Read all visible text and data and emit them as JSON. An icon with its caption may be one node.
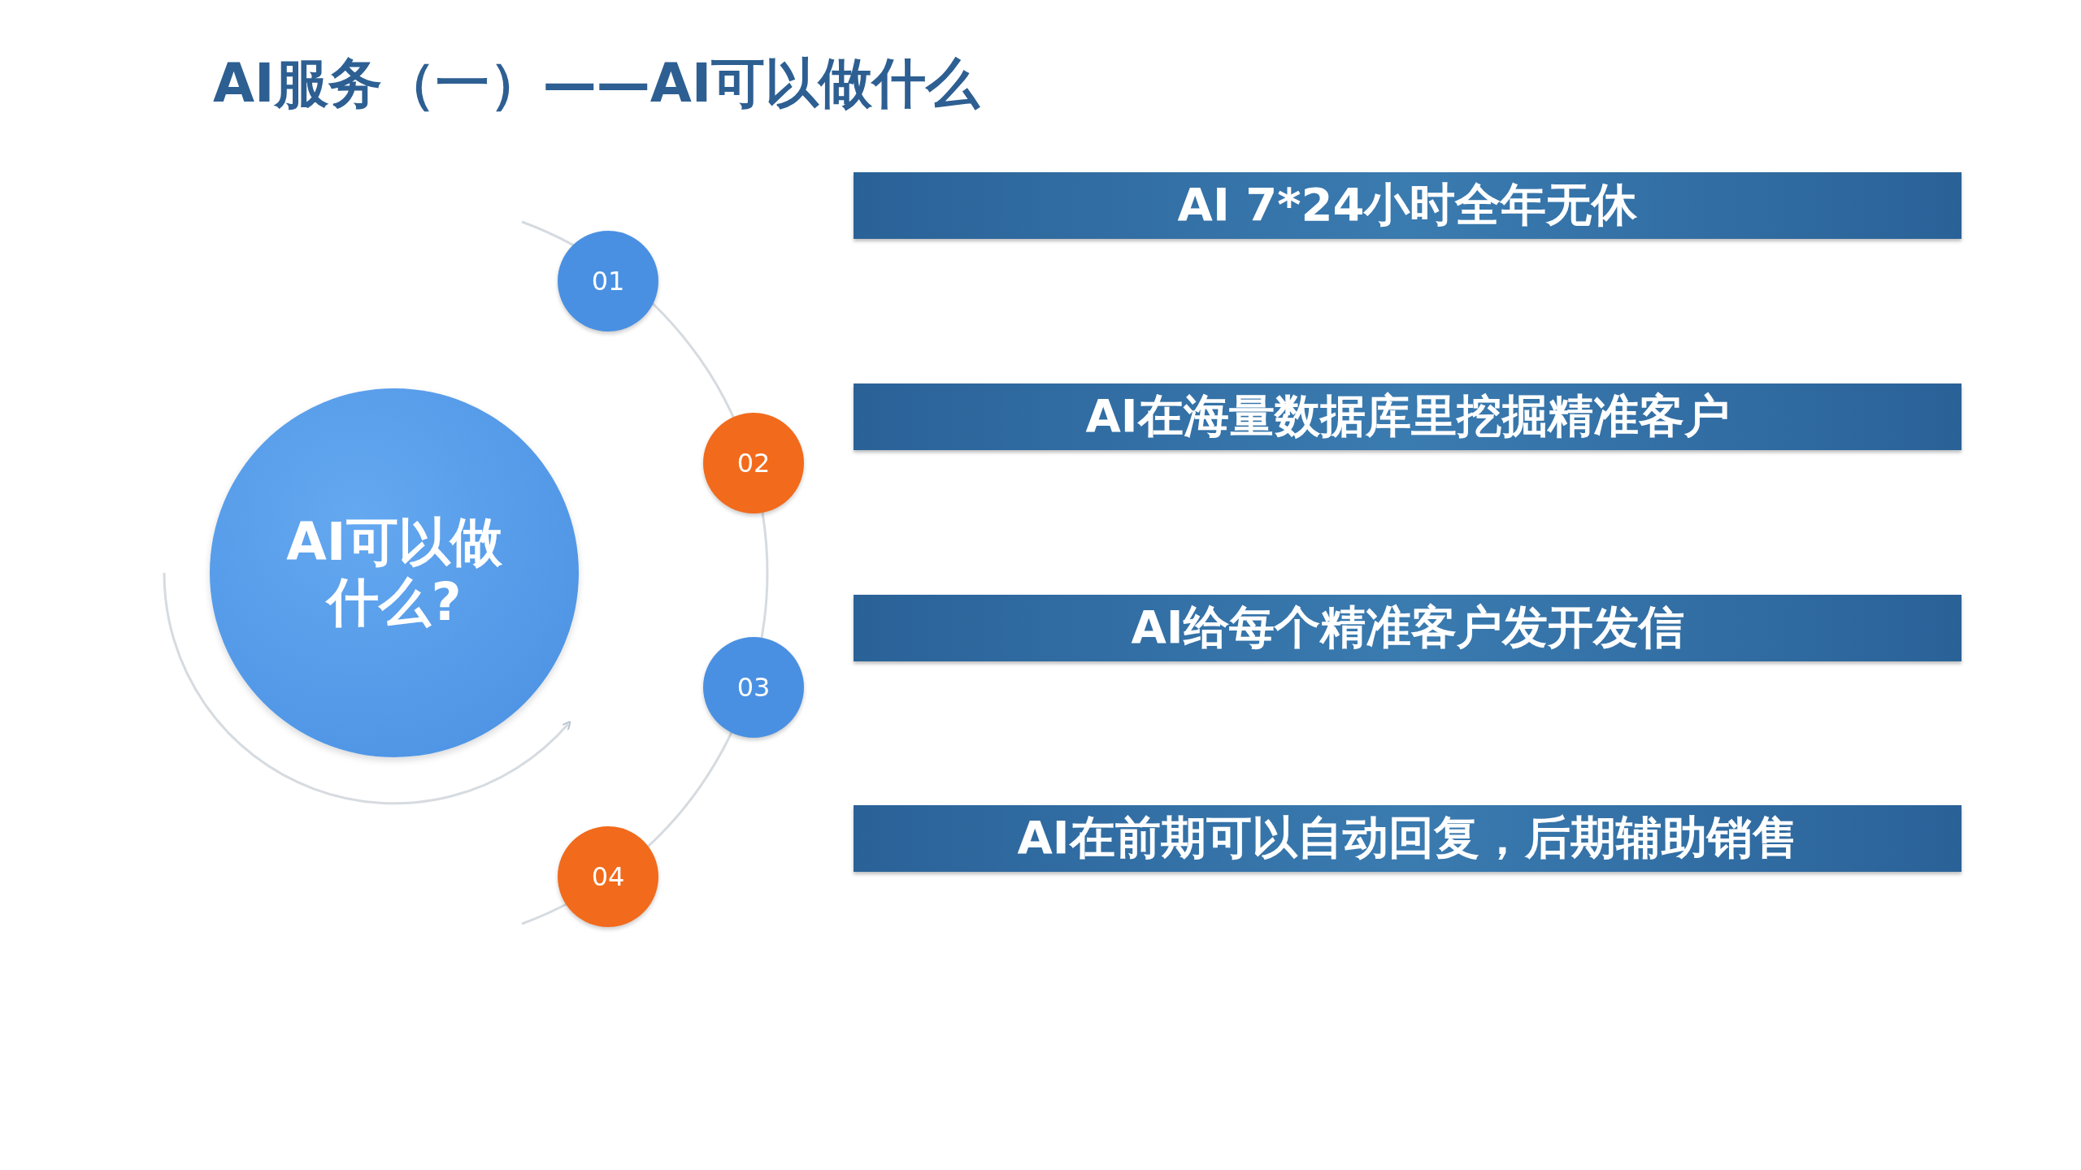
{
  "diagram": {
    "title": "AI服务（一）——AI可以做什么",
    "nodes": [
      {
        "text": [
          "AI可以做什么?"
        ]
      },
      {
        "text": [
          "01"
        ]
      },
      {
        "text": [
          "02"
        ]
      },
      {
        "text": [
          "03"
        ]
      },
      {
        "text": [
          "04"
        ]
      },
      {
        "text": [
          "AI 7*24小时全年无休"
        ]
      },
      {
        "text": [
          "AI在海量数据库里挖掘精准客户"
        ]
      },
      {
        "text": [
          "AI给每个精准客户发开发信"
        ]
      },
      {
        "text": [
          "AI在前期可以自动回复，后期辅助销售"
        ]
      }
    ]
  }
}
